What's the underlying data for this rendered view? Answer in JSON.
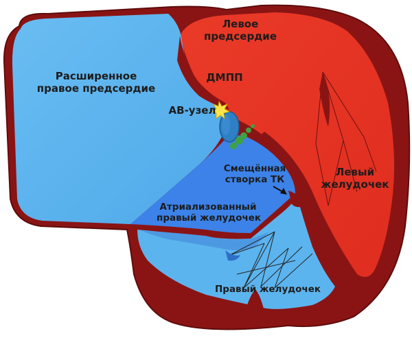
{
  "labels": {
    "left_atrium": [
      "Левое",
      "предсердие"
    ],
    "right_atrium": [
      "Расширенное",
      "правое предсердие"
    ],
    "asd": "ДМПП",
    "av_node": "АВ-узел",
    "displaced_leaflet": [
      "Смещённая",
      "створка ТК"
    ],
    "left_ventricle": [
      "Левый",
      "желудочек"
    ],
    "atrialized_rv": [
      "Атриализованный",
      "правый желудочек"
    ],
    "right_ventricle": "Правый желудочек"
  },
  "colors": {
    "wall": "#8a1414",
    "wall_outline": "#5e0c0c",
    "left_heart": "#e63223",
    "right_atrium": "#5cb4ee",
    "atrialized_rv": "#3c82e8",
    "right_ventricle": "#5cb4ee",
    "av_node": "#2f7fc4",
    "av_spark": "#ffe44a",
    "valve_tissue": "#3fa142"
  }
}
